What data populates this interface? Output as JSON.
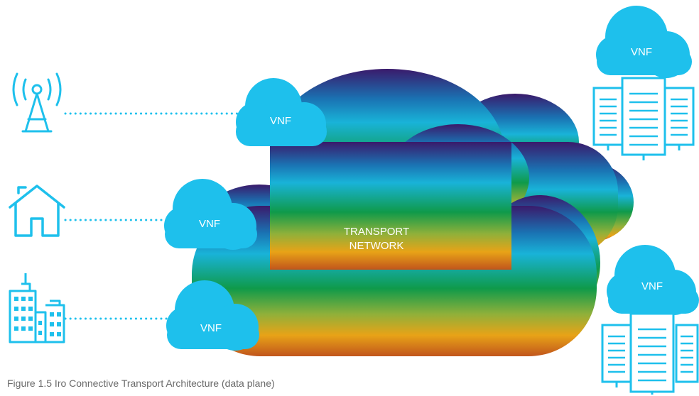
{
  "colors": {
    "icon_blue": "#1ec0ec",
    "vnf_cloud": "#1ec0ec",
    "label_white": "#ffffff",
    "gradient": [
      "#3a1a6b",
      "#1a73b3",
      "#19b3d8",
      "#0f9a4a",
      "#90b03a",
      "#e8a317",
      "#c1551c"
    ]
  },
  "main_cloud": {
    "label_line1": "TRANSPORT",
    "label_line2": "NETWORK"
  },
  "vnf_label": "VNF",
  "left_endpoints": [
    {
      "icon": "cell-tower-icon"
    },
    {
      "icon": "home-icon"
    },
    {
      "icon": "office-buildings-icon"
    }
  ],
  "right_sites": [
    {
      "icon": "server-rack-icon"
    },
    {
      "icon": "server-rack-icon"
    }
  ],
  "caption": "Figure 1.5 Iro Connective Transport Architecture (data plane)"
}
